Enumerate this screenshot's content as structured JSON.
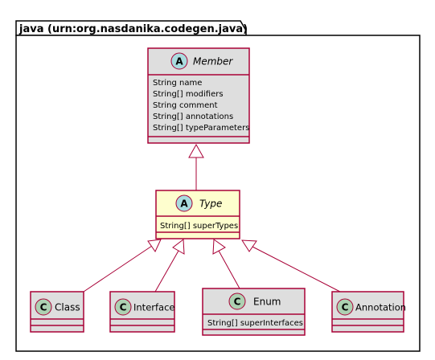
{
  "package": {
    "title": "java (urn:org.nasdanika.codegen.java)"
  },
  "colors": {
    "border": "#a80036",
    "abstract_fill": "#dedede",
    "type_fill": "#fefece",
    "class_fill": "#dedede",
    "abstract_badge": "#a9dcdf",
    "class_badge": "#add1b2",
    "line": "#a80036"
  },
  "classes": {
    "member": {
      "badge": "A",
      "name": "Member",
      "attributes": [
        "String name",
        "String[] modifiers",
        "String comment",
        "String[] annotations",
        "String[] typeParameters"
      ]
    },
    "type": {
      "badge": "A",
      "name": "Type",
      "attributes": [
        "String[] superTypes"
      ]
    },
    "class": {
      "badge": "C",
      "name": "Class",
      "attributes": []
    },
    "interface": {
      "badge": "C",
      "name": "Interface",
      "attributes": []
    },
    "enum": {
      "badge": "C",
      "name": "Enum",
      "attributes": [
        "String[] superInterfaces"
      ]
    },
    "annotation": {
      "badge": "C",
      "name": "Annotation",
      "attributes": []
    }
  }
}
